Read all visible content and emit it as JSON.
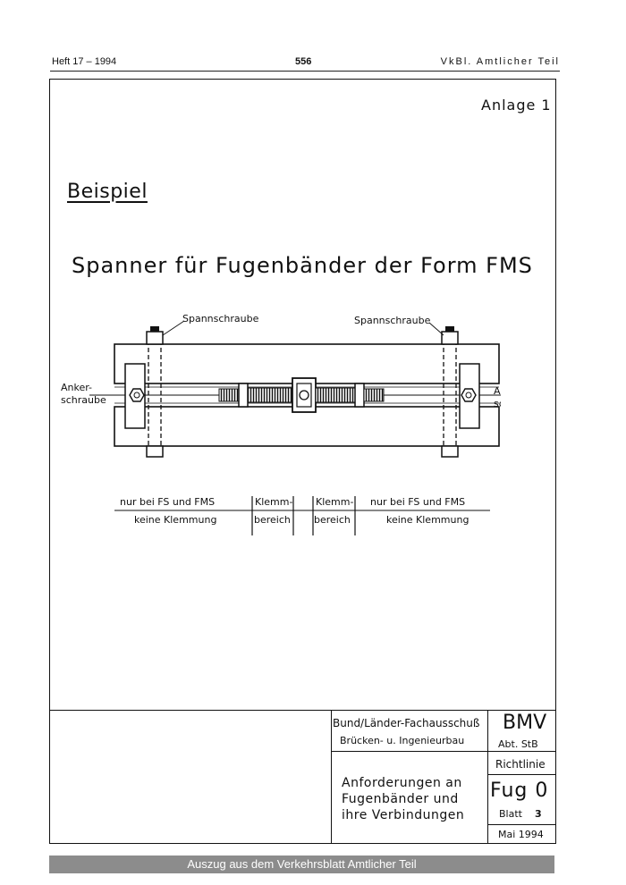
{
  "header": {
    "left": "Heft 17 – 1994",
    "center": "556",
    "right": "VkBl. Amtlicher Teil"
  },
  "sheet": {
    "anlage": "Anlage 1",
    "beispiel": "Beispiel",
    "title": "Spanner für Fugenbänder der Form FMS"
  },
  "drawing_labels": {
    "spannschraube_left": "Spannschraube",
    "spannschraube_right": "Spannschraube",
    "anker_left_1": "Anker-",
    "anker_left_2": "schraube",
    "anker_right_1": "Anker-",
    "anker_right_2": "schraube"
  },
  "zones_table": {
    "row1": [
      "nur bei FS und FMS",
      "Klemm-",
      "Klemm-",
      "nur bei FS und FMS"
    ],
    "row2": [
      "keine Klemmung",
      "bereich",
      "bereich",
      "keine Klemmung"
    ]
  },
  "title_block": {
    "ausschuss_line1": "Bund/Länder-Fachausschuß",
    "ausschuss_line2": "Brücken- u. Ingenieurbau",
    "bmv": "BMV",
    "abt": "Abt. StB",
    "richtlinie": "Richtlinie",
    "anforderungen_line1": "Anforderungen an",
    "anforderungen_line2": "Fugenbänder und",
    "anforderungen_line3": "ihre Verbindungen",
    "fug": "Fug 0",
    "blatt_label": "Blatt",
    "blatt_number": "3",
    "datum": "Mai 1994"
  },
  "footer": "Auszug aus dem Verkehrsblatt Amtlicher Teil"
}
